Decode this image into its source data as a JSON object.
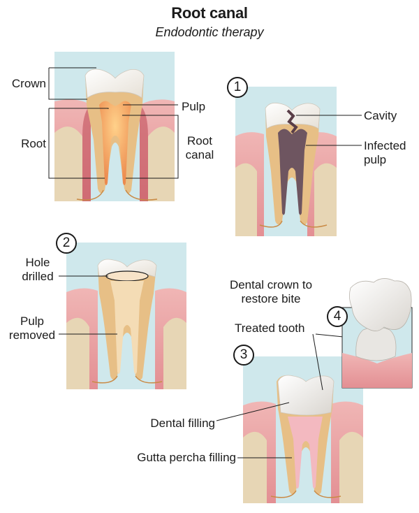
{
  "title": "Root canal",
  "subtitle": "Endodontic therapy",
  "colors": {
    "sky": "#cfe8ec",
    "gum": "#e9a4a6",
    "gum_dark": "#b44a56",
    "bone": "#e7d6b5",
    "enamel": "#f6f2ea",
    "dentin": "#e7bf86",
    "pulp": "#f09a5a",
    "infected": "#6e5560",
    "filling": "#f2d8b4",
    "gutta": "#f3b9c0"
  },
  "panel_main": {
    "crown_label": "Crown",
    "root_label": "Root",
    "pulp_label": "Pulp",
    "root_canal_label": "Root\ncanal"
  },
  "step1": {
    "number": "1",
    "cavity_label": "Cavity",
    "infected_pulp_label": "Infected\npulp"
  },
  "step2": {
    "number": "2",
    "hole_drilled_label": "Hole\ndrilled",
    "pulp_removed_label": "Pulp\nremoved"
  },
  "step3": {
    "number": "3",
    "treated_tooth_label": "Treated tooth",
    "dental_filling_label": "Dental filling",
    "gutta_percha_label": "Gutta percha filling"
  },
  "step4": {
    "number": "4",
    "dental_crown_label": "Dental crown to\nrestore bite"
  }
}
